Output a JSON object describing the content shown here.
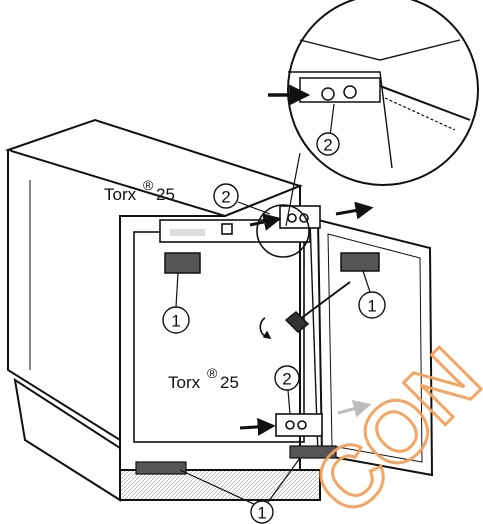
{
  "labels": {
    "torx_top": "Torx",
    "torx_bottom": "Torx",
    "torx_mark": "®",
    "torx_size": "25"
  },
  "callouts": {
    "one": "1",
    "two": "2"
  },
  "watermark": {
    "text": "CON",
    "color": "#f5a15a"
  },
  "colors": {
    "line": "#111111",
    "ink": "#111111",
    "block_fill": "#555555",
    "arrow_gray": "#bdbdbd"
  }
}
